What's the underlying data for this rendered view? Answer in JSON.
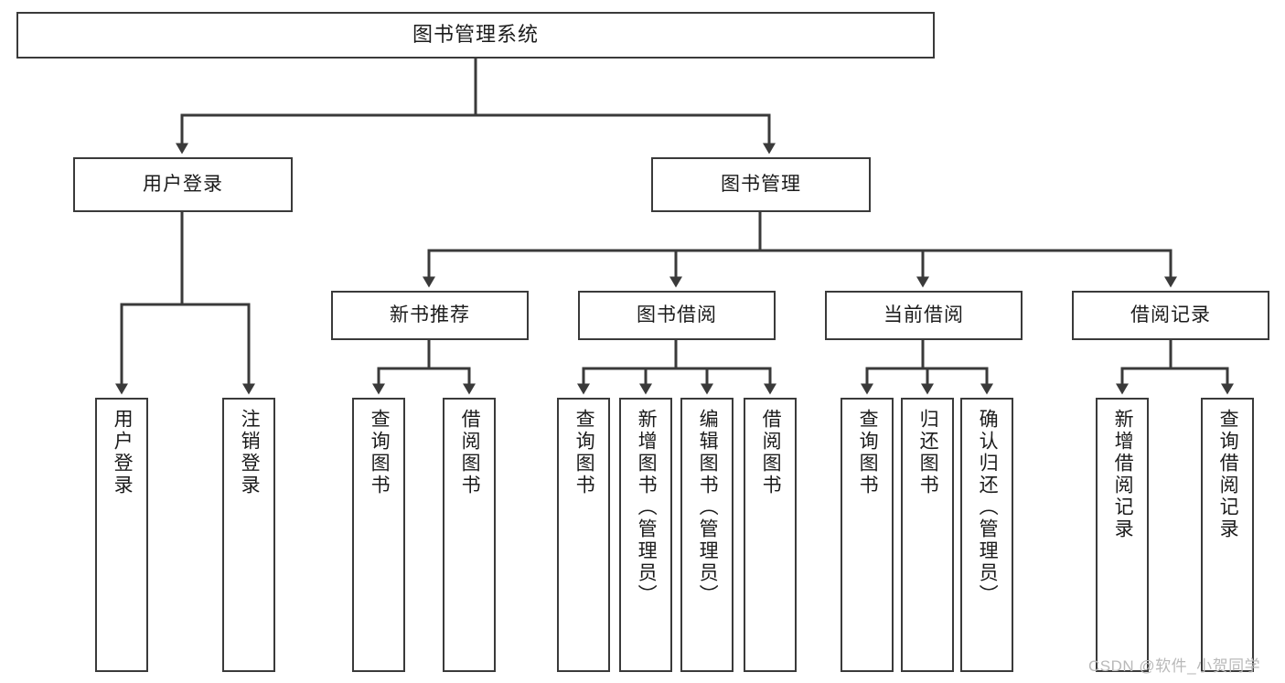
{
  "diagram": {
    "title": "图书管理系统",
    "type": "hierarchy-tree",
    "colors": {
      "background": "#ffffff",
      "border": "#3a3a3a",
      "connector": "#3a3a3a",
      "text": "#1b1b1b",
      "watermark": "#b9b9b9"
    },
    "root": {
      "label": "图书管理系统"
    },
    "level2": [
      {
        "id": "user-login",
        "label": "用户登录"
      },
      {
        "id": "book-management",
        "label": "图书管理"
      }
    ],
    "level3": [
      {
        "id": "new-book-recommend",
        "label": "新书推荐"
      },
      {
        "id": "book-borrow",
        "label": "图书借阅"
      },
      {
        "id": "current-borrow",
        "label": "当前借阅"
      },
      {
        "id": "borrow-record",
        "label": "借阅记录"
      }
    ],
    "leaves": {
      "user_login": [
        {
          "id": "leaf-user-login",
          "label": "用户登录"
        },
        {
          "id": "leaf-logout-login",
          "label": "注销登录"
        }
      ],
      "new_book_recommend": [
        {
          "id": "leaf-query-book-1",
          "label": "查询图书"
        },
        {
          "id": "leaf-borrow-book-1",
          "label": "借阅图书"
        }
      ],
      "book_borrow": [
        {
          "id": "leaf-query-book-2",
          "label": "查询图书"
        },
        {
          "id": "leaf-add-book",
          "label": "新增图书（管理员）"
        },
        {
          "id": "leaf-edit-book",
          "label": "编辑图书（管理员）"
        },
        {
          "id": "leaf-borrow-book-2",
          "label": "借阅图书"
        }
      ],
      "current_borrow": [
        {
          "id": "leaf-query-book-3",
          "label": "查询图书"
        },
        {
          "id": "leaf-return-book",
          "label": "归还图书"
        },
        {
          "id": "leaf-confirm-return",
          "label": "确认归还（管理员）"
        }
      ],
      "borrow_record": [
        {
          "id": "leaf-add-record",
          "label": "新增借阅记录"
        },
        {
          "id": "leaf-query-record",
          "label": "查询借阅记录"
        }
      ]
    },
    "watermark": "CSDN @软件_小贺同学"
  }
}
